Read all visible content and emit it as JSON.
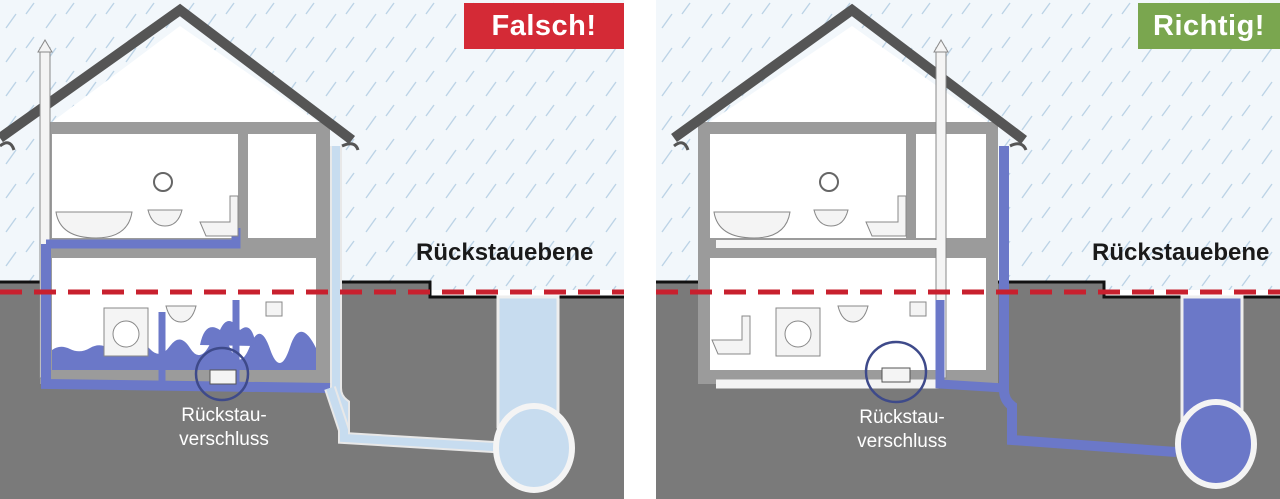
{
  "colors": {
    "rain_sky": "#f2f7fb",
    "rain_streak": "#bcd3e6",
    "ground": "#7a7a7a",
    "wall": "#9b9b9b",
    "roof": "#555555",
    "interior": "#ffffff",
    "backflow_level": "#c8202e",
    "water_dark": "#6b78c8",
    "water_light": "#c7dcef",
    "wrong_badge": "#d42a36",
    "right_badge": "#7aa64f",
    "pipe_white": "#f4f4f4"
  },
  "panels": [
    {
      "id": "wrong",
      "verdict": "Falsch!",
      "level_label": "Rückstauebene",
      "valve_label_line1": "Rückstau-",
      "valve_label_line2": "verschluss"
    },
    {
      "id": "right",
      "verdict": "Richtig!",
      "level_label": "Rückstauebene",
      "valve_label_line1": "Rückstau-",
      "valve_label_line2": "verschluss"
    }
  ]
}
